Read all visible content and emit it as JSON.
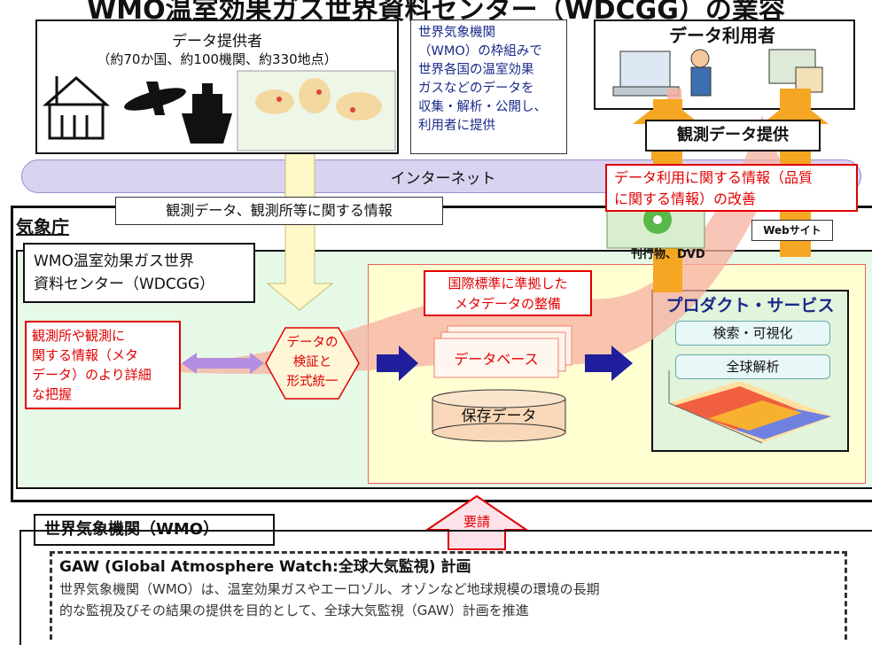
{
  "title": "WMO温室効果ガス世界資料センター（WDCGG）の業容",
  "provider": {
    "heading": "データ提供者",
    "detail": "（約70か国、約100機関、約330地点）"
  },
  "wmo_note": {
    "lines": [
      "世界気象機関",
      "（WMO）の枠組みで",
      "世界各国の温室効果",
      "ガスなどのデータを",
      "収集・解析・公開し、",
      "利用者に提供"
    ]
  },
  "user": {
    "heading": "データ利用者"
  },
  "internet": "インターネット",
  "obs_info": "観測データ、観測所等に関する情報",
  "data_provision": "観測データ提供",
  "improvement": {
    "lines": [
      "データ利用に関する情報（品質",
      "に関する情報）の改善"
    ]
  },
  "jma": "気象庁",
  "website": "Webサイト",
  "publications": "刊行物、DVD",
  "wdcgg": {
    "lines": [
      "WMO温室効果ガス世界",
      "資料センター（WDCGG）"
    ]
  },
  "metadata_std": {
    "lines": [
      "国際標準に準拠した",
      "メタデータの整備"
    ]
  },
  "products": {
    "heading": "プロダクト・サービス",
    "items": [
      "検索・可視化",
      "全球解析"
    ]
  },
  "station_info": {
    "lines": [
      "観測所や観測に",
      "関する情報（メタ",
      "データ）のより詳細",
      "な把握"
    ]
  },
  "validation": {
    "lines": [
      "データの",
      "検証と",
      "形式統一"
    ]
  },
  "database": "データベース",
  "storage": "保存データ",
  "request": "要請",
  "wmo": "世界気象機関（WMO）",
  "gaw": {
    "heading": "GAW (Global Atmosphere Watch:全球大気監視) 計画",
    "lines": [
      "世界気象機関（WMO）は、温室効果ガスやエーロゾル、オゾンなど地球規模の環境の長期",
      "的な監視及びその結果の提供を目的として、全球大気監視（GAW）計画を推進"
    ]
  },
  "colors": {
    "accent_red": "#e00000",
    "internet_fill": "#d9d2f0",
    "wdcgg_fill": "#e6f9e6",
    "inner_fill": "#ffffd2",
    "products_fill": "#e3f4dc",
    "orange_arrow": "#f5a623",
    "navy_arrow": "#1f1f9e"
  }
}
